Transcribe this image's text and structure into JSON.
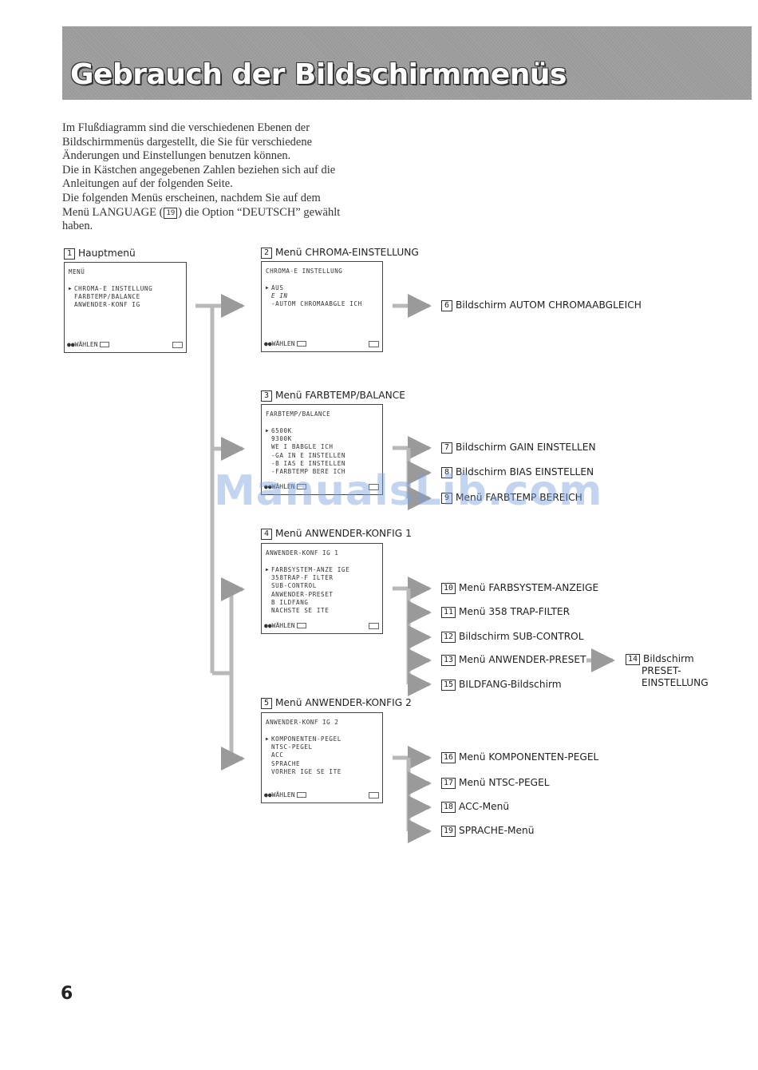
{
  "title": "Gebrauch der Bildschirmmenüs",
  "intro": [
    "Im Flußdiagramm sind die verschiedenen Ebenen der",
    "Bildschirmmenüs dargestellt, die Sie für verschiedene",
    "Änderungen und Einstellungen benutzen können.",
    "Die in Kästchen angegebenen Zahlen beziehen sich auf die",
    "Anleitungen auf der folgenden Seite.",
    "Die folgenden Menüs erscheinen, nachdem Sie auf dem",
    "haben."
  ],
  "intro_line7": {
    "before": "Menü LANGUAGE (",
    "ref": "19",
    "after": ") die Option “DEUTSCH” gewählt"
  },
  "menus": [
    {
      "num": "1",
      "label": "Hauptmenü",
      "screen": {
        "title": "MENÜ",
        "items": [
          "CHROMA-E INSTELLUNG",
          "FARBTEMP/BALANCE",
          "ANWENDER-KONF IG"
        ],
        "selected": 0,
        "footer": "WÄHLEN"
      }
    },
    {
      "num": "2",
      "label": "Menü CHROMA-EINSTELLUNG",
      "screen": {
        "title": "CHROMA-E INSTELLUNG",
        "items": [
          "AUS",
          "E IN",
          "-AUTOM CHROMAABGLE ICH"
        ],
        "selected": 0,
        "footer": "WÄHLEN"
      }
    },
    {
      "num": "3",
      "label": "Menü FARBTEMP/BALANCE",
      "screen": {
        "title": "FARBTEMP/BALANCE",
        "items": [
          "6500K",
          "9300K",
          "WE I BABGLE ICH",
          "-GA IN E INSTELLEN",
          "-B IAS E INSTELLEN",
          "-FARBTEMP BERE ICH"
        ],
        "selected": 0,
        "footer": "WÄHLEN"
      }
    },
    {
      "num": "4",
      "label": "Menü ANWENDER-KONFIG 1",
      "screen": {
        "title": "ANWENDER-KONF IG 1",
        "items": [
          "FARBSYSTEM-ANZE IGE",
          "358TRAP-F ILTER",
          "SUB-CONTROL",
          "ANWENDER-PRESET",
          "B ILDFANG",
          "NACHSTE SE ITE"
        ],
        "selected": 0,
        "footer": "WÄHLEN"
      }
    },
    {
      "num": "5",
      "label": "Menü ANWENDER-KONFIG 2",
      "screen": {
        "title": "ANWENDER-KONF IG 2",
        "items": [
          "KOMPONENTEN-PEGEL",
          "NTSC-PEGEL",
          "ACC",
          "SPRACHE",
          "VORHER IGE SE ITE"
        ],
        "selected": 0,
        "footer": "WÄHLEN"
      }
    }
  ],
  "targets": [
    {
      "num": "6",
      "label": "Bildschirm AUTOM CHROMAABGLEICH"
    },
    {
      "num": "7",
      "label": "Bildschirm GAIN EINSTELLEN"
    },
    {
      "num": "8",
      "label": "Bildschirm BIAS EINSTELLEN"
    },
    {
      "num": "9",
      "label": "Menü FARBTEMP BEREICH"
    },
    {
      "num": "10",
      "label": "Menü FARBSYSTEM-ANZEIGE"
    },
    {
      "num": "11",
      "label": "Menü 358 TRAP-FILTER"
    },
    {
      "num": "12",
      "label": "Bildschirm SUB-CONTROL"
    },
    {
      "num": "13",
      "label": "Menü ANWENDER-PRESET"
    },
    {
      "num": "14",
      "label_lines": [
        "Bildschirm",
        "PRESET-",
        "EINSTELLUNG"
      ]
    },
    {
      "num": "15",
      "label": "BILDFANG-Bildschirm"
    },
    {
      "num": "16",
      "label": "Menü KOMPONENTEN-PEGEL"
    },
    {
      "num": "17",
      "label": "Menü NTSC-PEGEL"
    },
    {
      "num": "18",
      "label": "ACC-Menü"
    },
    {
      "num": "19",
      "label": "SPRACHE-Menü"
    }
  ],
  "watermark": "ManualsLib.com",
  "page_number": "6",
  "colors": {
    "title_bar": "#9a9a9a",
    "arrow": "#b8b8b8",
    "watermark": "#78a0dc"
  }
}
